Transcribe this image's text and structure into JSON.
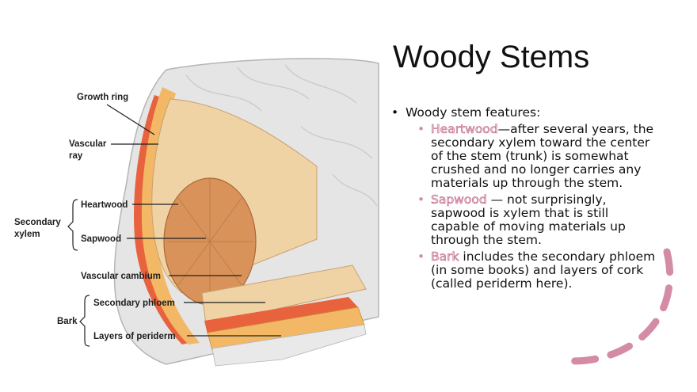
{
  "title": "Woody Stems",
  "intro": "Woody stem features:",
  "features": [
    {
      "term": "Heartwood",
      "text": "—after several years, the secondary xylem toward the center of the stem (trunk) is somewhat crushed and no longer carries any materials up through the stem."
    },
    {
      "term": "Sapwood",
      "text": " — not surprisingly, sapwood is xylem that is still capable of moving materials up through the stem."
    },
    {
      "term": "Bark",
      "text": " includes the secondary phloem (in some books) and layers of cork (called periderm here)."
    }
  ],
  "diagram": {
    "labels": {
      "growth_ring": "Growth ring",
      "vascular_ray_1": "Vascular",
      "vascular_ray_2": "ray",
      "heartwood": "Heartwood",
      "sapwood": "Sapwood",
      "secondary_xylem_1": "Secondary",
      "secondary_xylem_2": "xylem",
      "vascular_cambium": "Vascular cambium",
      "secondary_phloem": "Secondary phloem",
      "bark": "Bark",
      "periderm": "Layers of periderm"
    },
    "colors": {
      "heartwood": "#d9935a",
      "sapwood": "#f0d3a4",
      "cambium": "#e8623e",
      "phloem": "#f2b866",
      "periderm": "#e9e9e9",
      "bark_outer": "#dedede"
    }
  },
  "decoration": {
    "accent": "#d48ba5"
  }
}
